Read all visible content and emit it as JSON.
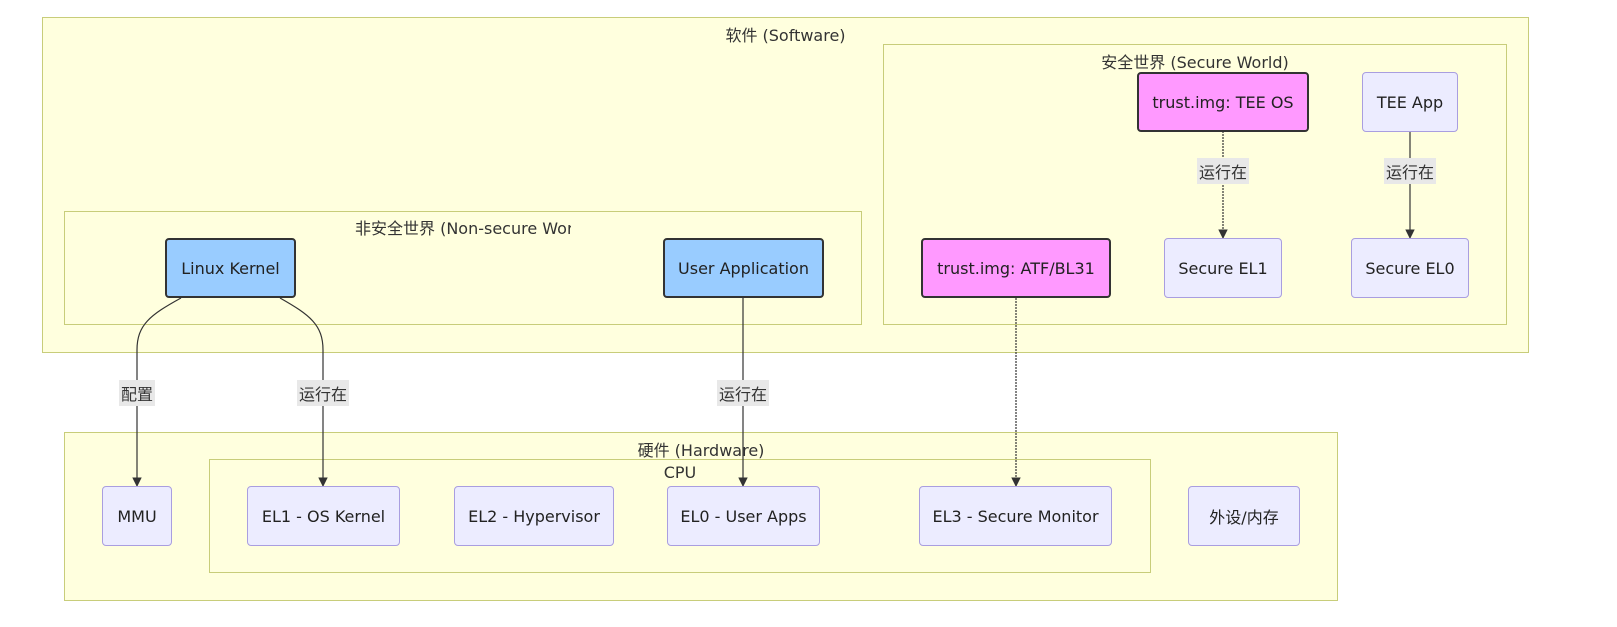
{
  "clusters": {
    "software": "软件 (Software)",
    "secure_world": "安全世界 (Secure World)",
    "nonsecure_world": "非安全世界 (Non-secure World)",
    "hardware": "硬件 (Hardware)",
    "cpu": "CPU"
  },
  "nodes": {
    "linux_kernel": "Linux Kernel",
    "user_application": "User Application",
    "trust_atf": "trust.img: ATF/BL31",
    "trust_tee_os": "trust.img: TEE OS",
    "tee_app": "TEE App",
    "secure_el1": "Secure EL1",
    "secure_el0": "Secure EL0",
    "mmu": "MMU",
    "el1": "EL1 - OS Kernel",
    "el2": "EL2 - Hypervisor",
    "el0": "EL0 - User Apps",
    "el3": "EL3 - Secure Monitor",
    "peripherals": "外设/内存"
  },
  "edges": [
    {
      "from": "linux_kernel",
      "to": "mmu",
      "label": "配置"
    },
    {
      "from": "linux_kernel",
      "to": "el1",
      "label": "运行在"
    },
    {
      "from": "user_application",
      "to": "el0",
      "label": "运行在"
    },
    {
      "from": "trust_atf",
      "to": "el3",
      "label": ""
    },
    {
      "from": "trust_tee_os",
      "to": "secure_el1",
      "label": "运行在"
    },
    {
      "from": "tee_app",
      "to": "secure_el0",
      "label": "运行在"
    }
  ],
  "colors": {
    "cluster_fill": "#ffffde",
    "cluster_border": "#c8cd7a",
    "node_fill": "#ececff",
    "node_border": "#a99ee0",
    "highlight_blue": "#99ccff",
    "highlight_pink": "#ff99ff",
    "edge": "#333333"
  }
}
